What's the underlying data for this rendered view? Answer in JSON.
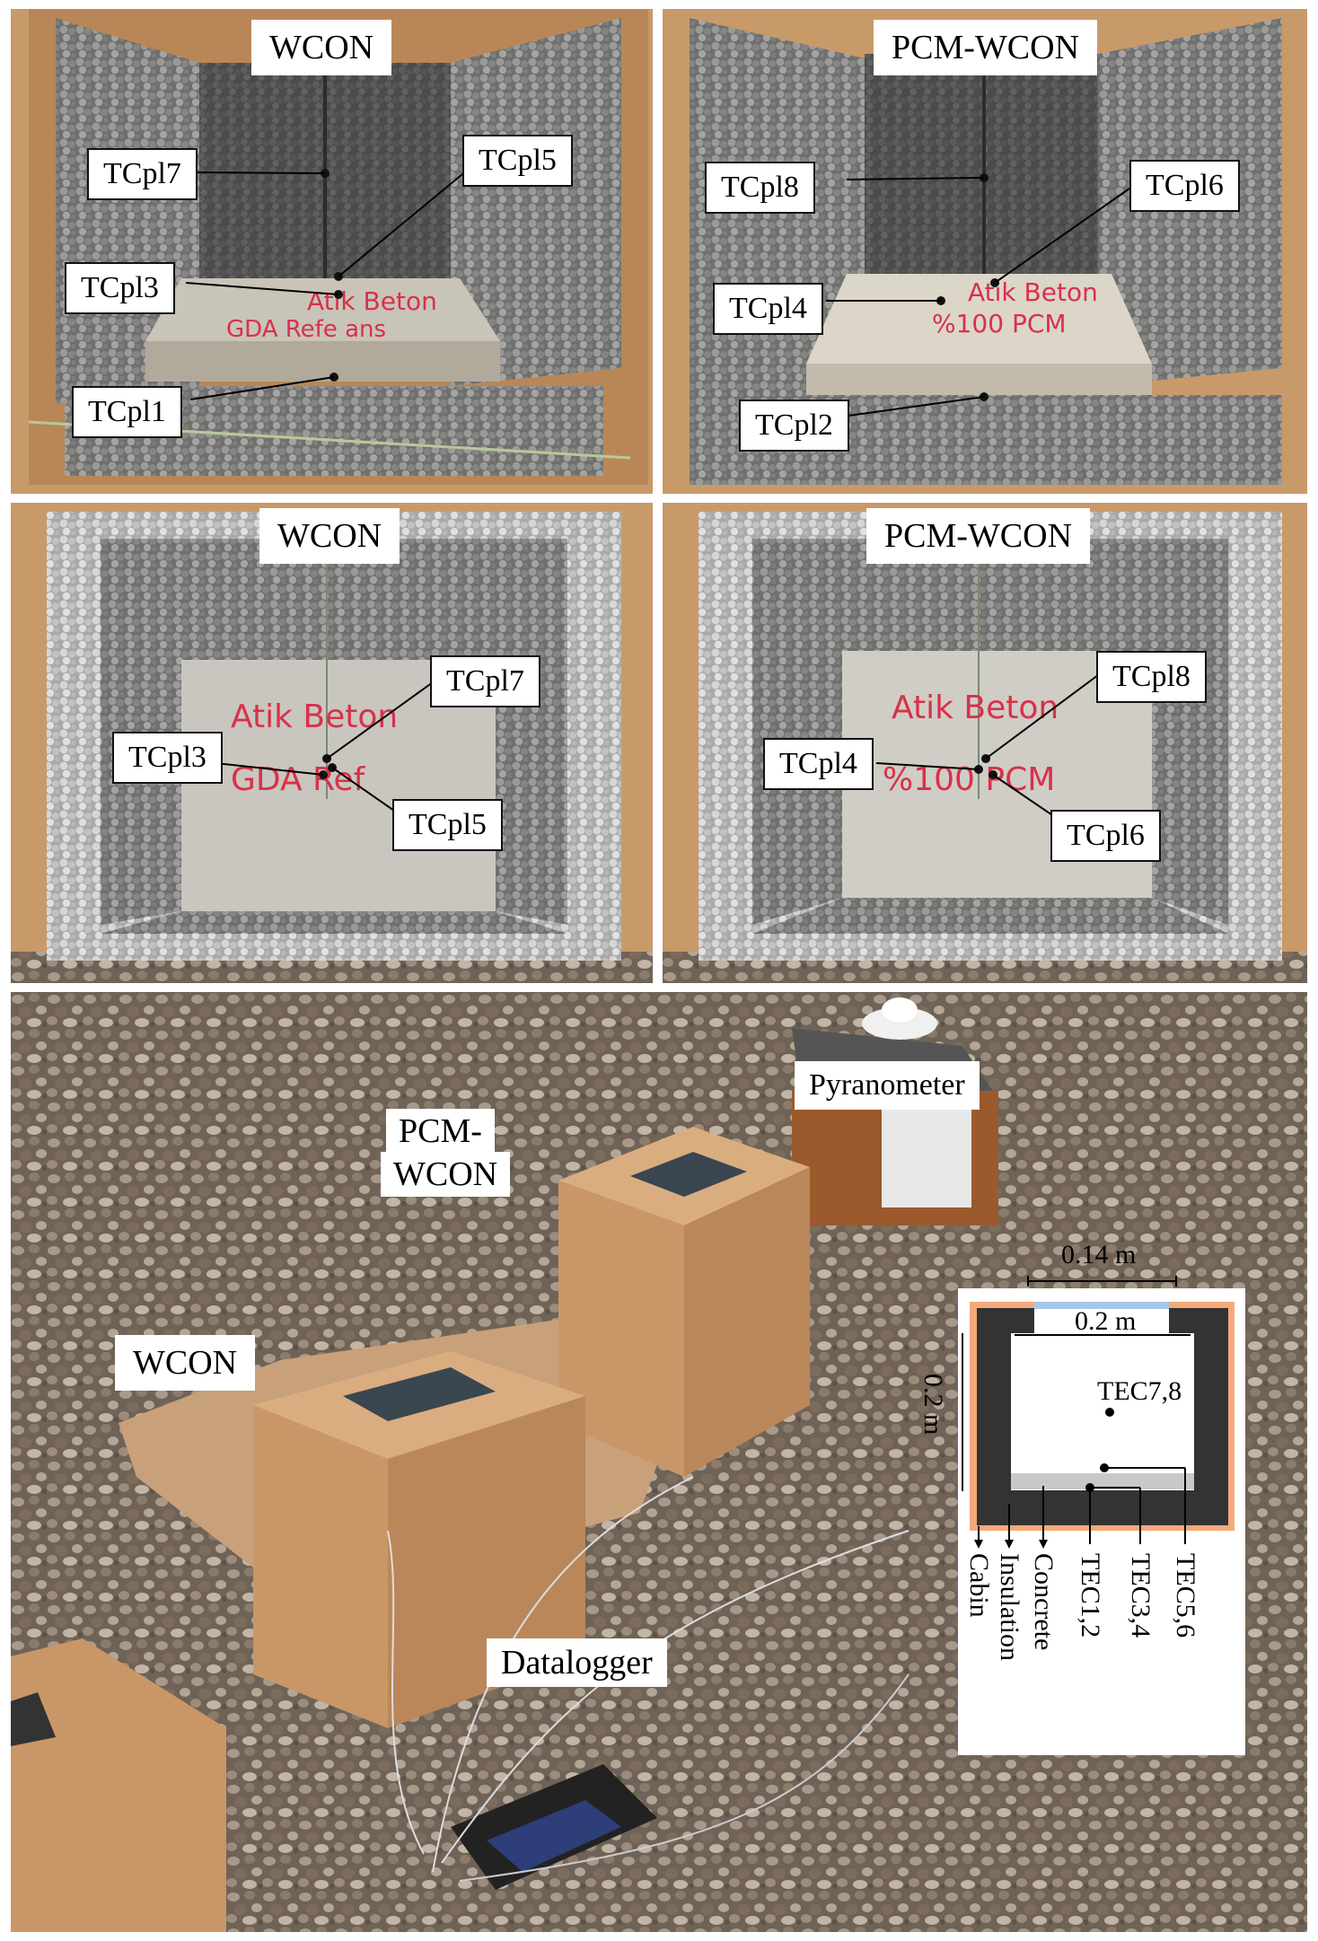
{
  "panels": {
    "top_left": {
      "title": "WCON",
      "labels": [
        "TCpl7",
        "TCpl5",
        "TCpl3",
        "TCpl1"
      ],
      "marker_text": [
        "Atik Beton",
        "GDA Refe ans"
      ]
    },
    "top_right": {
      "title": "PCM-WCON",
      "labels": [
        "TCpl8",
        "TCpl6",
        "TCpl4",
        "TCpl2"
      ],
      "marker_text": [
        "Atik Beton",
        "%100 PCM"
      ]
    },
    "mid_left": {
      "title": "WCON",
      "labels": [
        "TCpl7",
        "TCpl3",
        "TCpl5"
      ],
      "marker_text": [
        "Atik Beton",
        "GDA Ref"
      ]
    },
    "mid_right": {
      "title": "PCM-WCON",
      "labels": [
        "TCpl8",
        "TCpl4",
        "TCpl6"
      ],
      "marker_text": [
        "Atik Beton",
        "%100 PCM"
      ]
    },
    "bottom": {
      "labels": {
        "pyranometer": "Pyranometer",
        "pcm_wcon_line1": "PCM-",
        "pcm_wcon_line2": "WCON",
        "wcon": "WCON",
        "datalogger": "Datalogger"
      },
      "schematic": {
        "dim_top": "0.14 m",
        "dim_inner": "0.2 m",
        "dim_side": "0.2 m",
        "tec78": "TEC7,8",
        "legend": [
          "Cabin",
          "Insulation",
          "Concrete",
          "TEC1,2",
          "TEC3,4",
          "TEC5,6"
        ]
      }
    }
  },
  "colors": {
    "cardboard": "#c89a6a",
    "foam": "#8a8a88",
    "foam_light": "#c8c8c6",
    "concrete": "#c9c4b8",
    "gravel": "#8c7f70",
    "wood": "#c99767",
    "schematic_orange": "#f4a97a",
    "schematic_dark": "#333333",
    "glass_blue": "#a6c6ec",
    "red_marker": "#d8314a"
  }
}
